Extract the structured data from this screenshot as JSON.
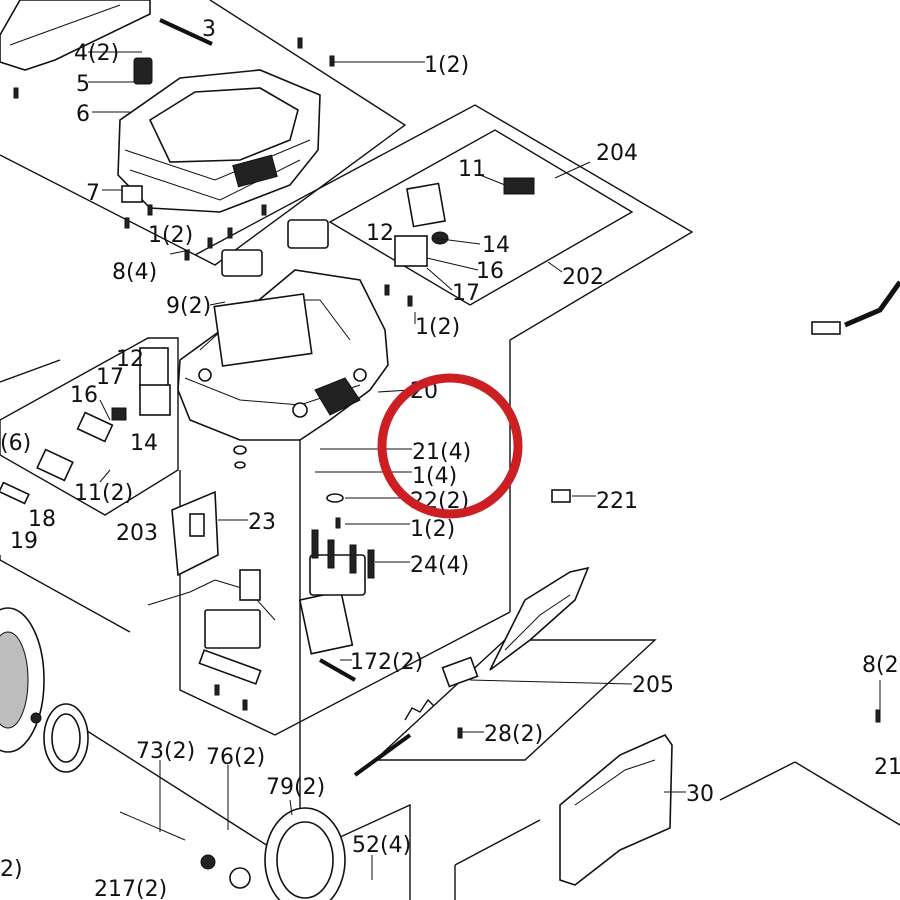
{
  "highlight_color": "#cc1f24",
  "labels": {
    "l3": "3",
    "l4": "4(2)",
    "l5": "5",
    "l6": "6",
    "l1a": "1(2)",
    "l7": "7",
    "l1b": "1(2)",
    "l8": "8(4)",
    "l11a": "11",
    "l204": "204",
    "l12a": "12",
    "l14a": "14",
    "l16a": "16",
    "l202": "202",
    "l17a": "17",
    "l1c": "1(2)",
    "l9": "9(2)",
    "l12b": "12",
    "l17b": "17",
    "l16b": "16",
    "l14b": "14",
    "l6b": "(6)",
    "l11b": "11(2)",
    "l18": "18",
    "l19": "19",
    "l203": "203",
    "l20": "20",
    "l21": "21(4)",
    "l1d": "1(4)",
    "l22": "22(2)",
    "l1e": "1(2)",
    "l221": "221",
    "l23": "23",
    "l24": "24(4)",
    "l172": "172(2)",
    "l205": "205",
    "l28": "28(2)",
    "l73": "73(2)",
    "l76": "76(2)",
    "l79": "79(2)",
    "l30": "30",
    "l52": "52(4)",
    "l217": "217(2)",
    "l2": "2)",
    "l8b": "8(2",
    "l21b": "21"
  }
}
